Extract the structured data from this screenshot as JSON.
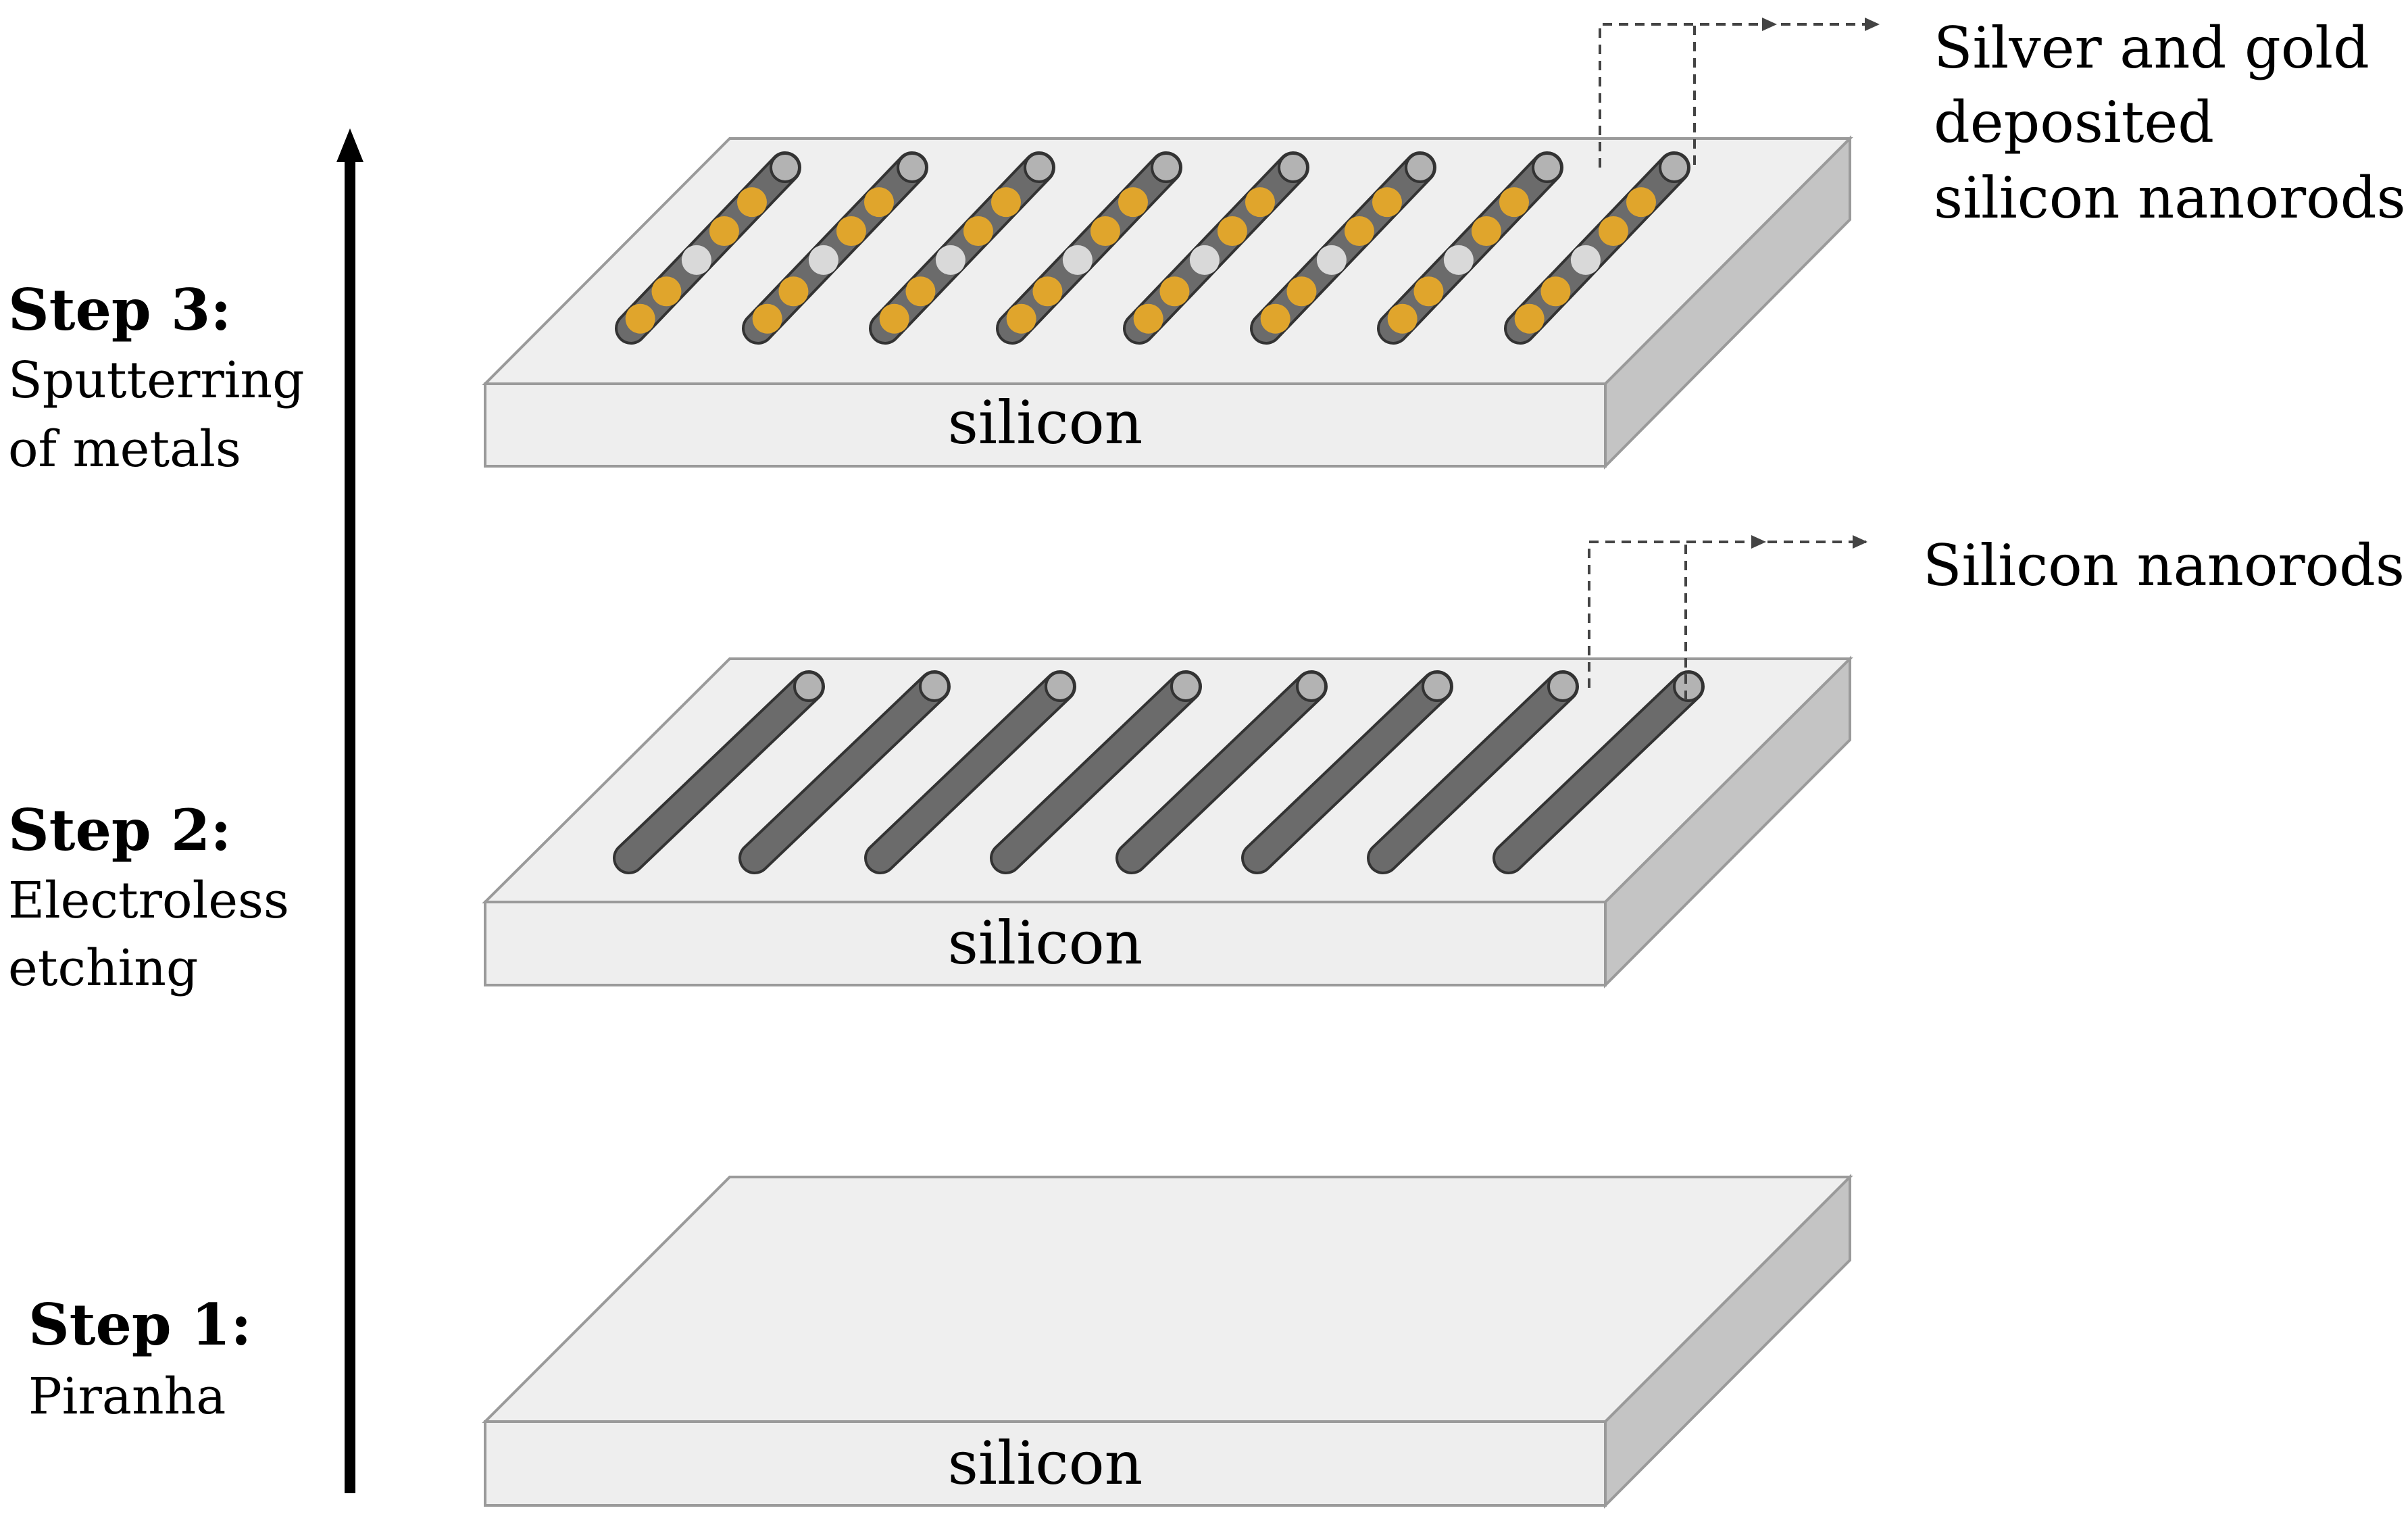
{
  "steps": [
    {
      "title": "Step 3:",
      "desc": [
        "Sputterring",
        "of metals"
      ]
    },
    {
      "title": "Step 2:",
      "desc": [
        "Electroless",
        "etching"
      ]
    },
    {
      "title": "Step 1:",
      "desc": [
        "Piranha"
      ]
    }
  ],
  "slab_labels": [
    "silicon",
    "silicon",
    "silicon"
  ],
  "callouts": {
    "top": [
      "Silver and gold",
      "deposited",
      "silicon nanorods"
    ],
    "middle": "Silicon nanorods"
  },
  "colors": {
    "slab_top": "#efefef",
    "slab_front": "#eeeeee",
    "slab_side": "#c4c4c4",
    "slab_edge": "#9a9a9a",
    "rod": "#6b6b6b",
    "rod_edge": "#333333",
    "rod_cap": "#b3b3b3",
    "gold": "#e0a52c",
    "silver": "#d9d9d9",
    "arrow": "#000000",
    "dashed": "#444444"
  },
  "rod_pattern": [
    "gold",
    "gold",
    "silver",
    "gold",
    "gold"
  ],
  "icons": {
    "process_arrow": "up-arrow-icon"
  }
}
